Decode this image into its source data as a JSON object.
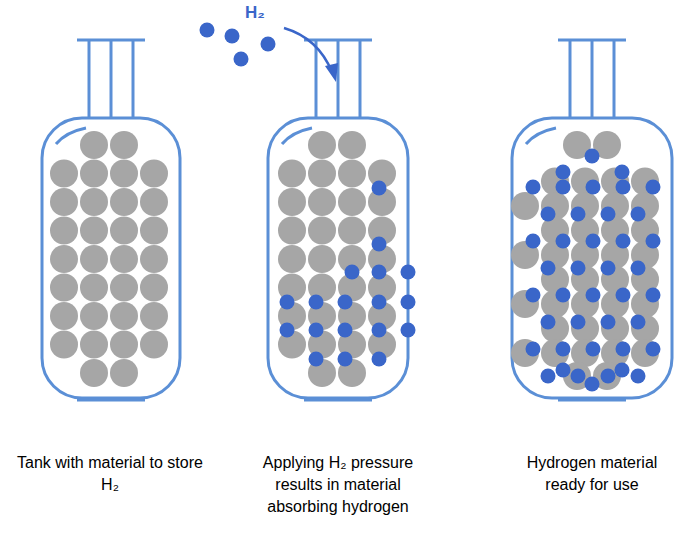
{
  "diagram": {
    "labels": [
      "H₂",
      "Tank with material to store H₂",
      "Applying H₂ pressure results in material absorbing hydrogen",
      "Hydrogen material ready for use"
    ]
  }
}
